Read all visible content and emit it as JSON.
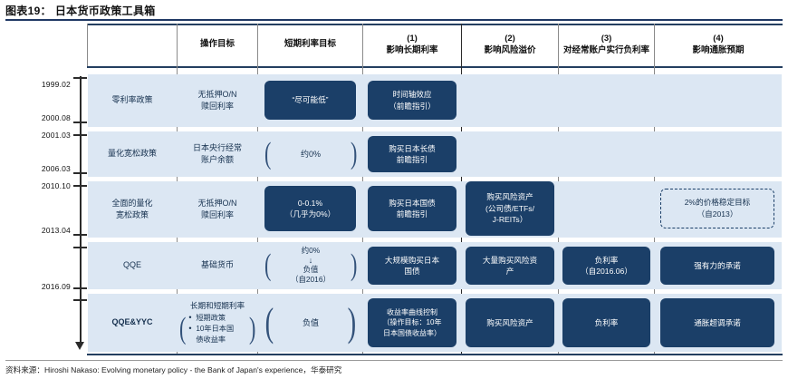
{
  "title": {
    "number": "图表19：",
    "text": "日本货币政策工具箱"
  },
  "colors": {
    "dark_blue": "#1b3f68",
    "light_blue": "#dce7f3",
    "rule": "#1f3864"
  },
  "header": {
    "columns": [
      {
        "index": "",
        "label": "操作目标"
      },
      {
        "index": "",
        "label": "短期利率目标"
      },
      {
        "index": "(1)",
        "label": "影响长期利率"
      },
      {
        "index": "(2)",
        "label": "影响风险溢价"
      },
      {
        "index": "(3)",
        "label": "对经常账户实行负利率"
      },
      {
        "index": "(4)",
        "label": "影响通胀预期"
      }
    ]
  },
  "timeline": {
    "ticks": [
      "1999.02",
      "2000.08",
      "2001.03",
      "2006.03",
      "2010.10",
      "2013.04",
      "2016.09"
    ]
  },
  "rows": [
    {
      "policy": "零利率政策",
      "operating_target": "无抵押O/N\n赎回利率",
      "short_rate": "“尽可能低”",
      "long_rate": "时间轴效应\n（前瞻指引）",
      "risk_premium": "",
      "negative_rate": "",
      "inflation_expect": ""
    },
    {
      "policy": "量化宽松政策",
      "operating_target": "日本央行经常\n账户余额",
      "short_rate": "约0%",
      "long_rate": "购买日本长债\n前瞻指引",
      "risk_premium": "",
      "negative_rate": "",
      "inflation_expect": ""
    },
    {
      "policy": "全面的量化\n宽松政策",
      "operating_target": "无抵押O/N\n赎回利率",
      "short_rate": "0-0.1%\n（几乎为0%）",
      "long_rate": "购买日本国债\n前瞻指引",
      "risk_premium": "购买风险资产\n(公司债/ETFs/\nJ-REITs）",
      "negative_rate": "",
      "inflation_expect": "2%的价格稳定目标\n（自2013）"
    },
    {
      "policy": "QQE",
      "operating_target": "基础货币",
      "short_rate_top": "约0%",
      "short_rate_arrow": "↓",
      "short_rate_bottom": "负值\n（自2016）",
      "long_rate": "大规模购买日本\n国债",
      "risk_premium": "大量购买风险资\n产",
      "negative_rate": "负利率\n（自2016.06）",
      "inflation_expect": "强有力的承诺"
    },
    {
      "policy": "QQE&YYC",
      "operating_target_title": "长期和短期利率",
      "operating_target_bullets": [
        "短期政策",
        "10年日本国\n债收益率"
      ],
      "short_rate": "负值",
      "long_rate": "收益率曲线控制\n（操作目标：10年\n日本国债收益率）",
      "risk_premium": "购买风险资产",
      "negative_rate": "负利率",
      "inflation_expect": "通胀超调承诺"
    }
  ],
  "footer": {
    "label": "资料来源：",
    "source": "Hiroshi Nakaso: Evolving monetary policy - the Bank of Japan's experience，",
    "org": "华泰研究"
  }
}
